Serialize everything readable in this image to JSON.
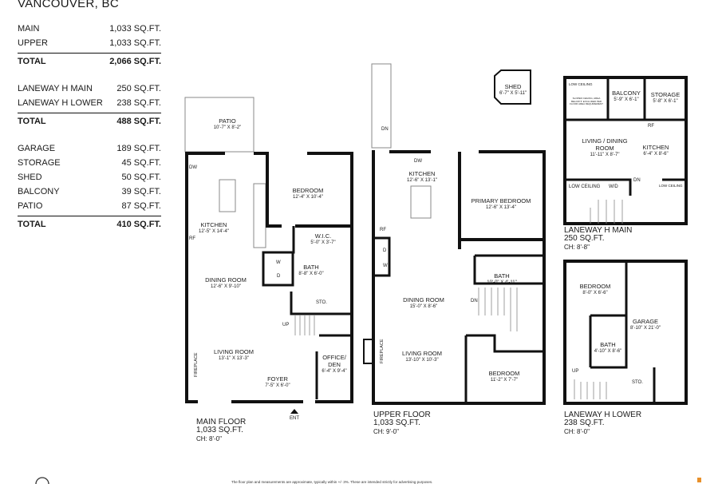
{
  "title": "VANCOUVER, BC",
  "summary": {
    "group1": [
      {
        "label": "MAIN",
        "value": "1,033 SQ.FT."
      },
      {
        "label": "UPPER",
        "value": "1,033 SQ.FT."
      }
    ],
    "total1": {
      "label": "TOTAL",
      "value": "2,066 SQ.FT."
    },
    "group2": [
      {
        "label": "LANEWAY H MAIN",
        "value": "250 SQ.FT."
      },
      {
        "label": "LANEWAY H LOWER",
        "value": "238 SQ.FT."
      }
    ],
    "total2": {
      "label": "TOTAL",
      "value": "488 SQ.FT."
    },
    "group3": [
      {
        "label": "GARAGE",
        "value": "189 SQ.FT."
      },
      {
        "label": "STORAGE",
        "value": "45 SQ.FT."
      },
      {
        "label": "SHED",
        "value": "50 SQ.FT."
      },
      {
        "label": "BALCONY",
        "value": "39 SQ.FT."
      },
      {
        "label": "PATIO",
        "value": "87 SQ.FT."
      }
    ],
    "total3": {
      "label": "TOTAL",
      "value": "410 SQ.FT."
    }
  },
  "main_floor": {
    "name": "MAIN FLOOR",
    "area": "1,033 SQ.FT.",
    "ch": "CH: 8'-0\"",
    "rooms": {
      "patio": {
        "name": "PATIO",
        "dims": "10'-7\" X 8'-2\""
      },
      "kitchen": {
        "name": "KITCHEN",
        "dims": "12'-5\" X 14'-4\""
      },
      "bedroom": {
        "name": "BEDROOM",
        "dims": "12'-4\" X 10'-4\""
      },
      "wic": {
        "name": "W.I.C.",
        "dims": "5'-0\" X 3'-7\""
      },
      "bath": {
        "name": "BATH",
        "dims": "8'-8\" X 6'-0\""
      },
      "dining": {
        "name": "DINING ROOM",
        "dims": "12'-6\" X 9'-10\""
      },
      "living": {
        "name": "LIVING ROOM",
        "dims": "13'-1\" X 13'-3\""
      },
      "office": {
        "name": "OFFICE/\nDEN",
        "dims": "6'-4\" X 9'-4\""
      },
      "foyer": {
        "name": "FOYER",
        "dims": "7'-5\" X 6'-0\""
      }
    },
    "labels": {
      "sto": "STO.",
      "up": "UP",
      "ent": "ENT",
      "fireplace": "FIREPLACE",
      "dw": "DW",
      "rf": "RF",
      "w": "W",
      "d": "D"
    }
  },
  "upper_floor": {
    "name": "UPPER FLOOR",
    "area": "1,033 SQ.FT.",
    "ch": "CH: 9'-0\"",
    "rooms": {
      "kitchen": {
        "name": "KITCHEN",
        "dims": "12'-6\" X 13'-1\""
      },
      "primary": {
        "name": "PRIMARY BEDROOM",
        "dims": "12'-6\" X 13'-4\""
      },
      "bath": {
        "name": "BATH",
        "dims": "10'-0\" X 4'-11\""
      },
      "dining": {
        "name": "DINING ROOM",
        "dims": "15'-0\" X 8'-6\""
      },
      "living": {
        "name": "LIVING ROOM",
        "dims": "13'-10\" X 10'-3\""
      },
      "bedroom": {
        "name": "BEDROOM",
        "dims": "11'-2\" X 7'-7\""
      },
      "shed": {
        "name": "SHED",
        "dims": "6'-7\" X 5'-11\""
      }
    },
    "labels": {
      "dn": "DN",
      "fireplace": "FIREPLACE",
      "dw": "DW",
      "rf": "RF",
      "w": "W",
      "d": "D"
    }
  },
  "laneway_main": {
    "name": "LANEWAY H MAIN",
    "area": "250 SQ.FT.",
    "ch": "CH: 8'-8\"",
    "rooms": {
      "balcony": {
        "name": "BALCONY",
        "dims": "5'-9\" X 6'-1\""
      },
      "storage": {
        "name": "STORAGE",
        "dims": "5'-8\" X 6'-1\""
      },
      "living": {
        "name": "LIVING / DINING ROOM",
        "dims": "11'-11\" X 8'-7\""
      },
      "kitchen": {
        "name": "KITCHEN",
        "dims": "6'-4\" X 8'-6\""
      }
    },
    "labels": {
      "low_ceiling": "LOW CEILING",
      "wd": "W/D",
      "dn": "DN",
      "rf": "RF",
      "sloped": "SLOPED CEILING, AREA BELOW 5' EXCLUDED PER FLOOR AREA REQUIREMENT"
    }
  },
  "laneway_lower": {
    "name": "LANEWAY H LOWER",
    "area": "238 SQ.FT.",
    "ch": "CH: 8'-0\"",
    "rooms": {
      "bedroom": {
        "name": "BEDROOM",
        "dims": "8'-0\" X 6'-6\""
      },
      "garage": {
        "name": "GARAGE",
        "dims": "8'-10\" X 21'-0\""
      },
      "bath": {
        "name": "BATH",
        "dims": "4'-10\" X 8'-6\""
      }
    },
    "labels": {
      "up": "UP",
      "sto": "STO."
    }
  },
  "footer": {
    "disclaimer": "The floor plan and measurements are approximate, typically within +/- 3%. These are intended strictly for advertising purposes."
  },
  "colors": {
    "wall": "#111111",
    "accent": "#e8902a"
  }
}
